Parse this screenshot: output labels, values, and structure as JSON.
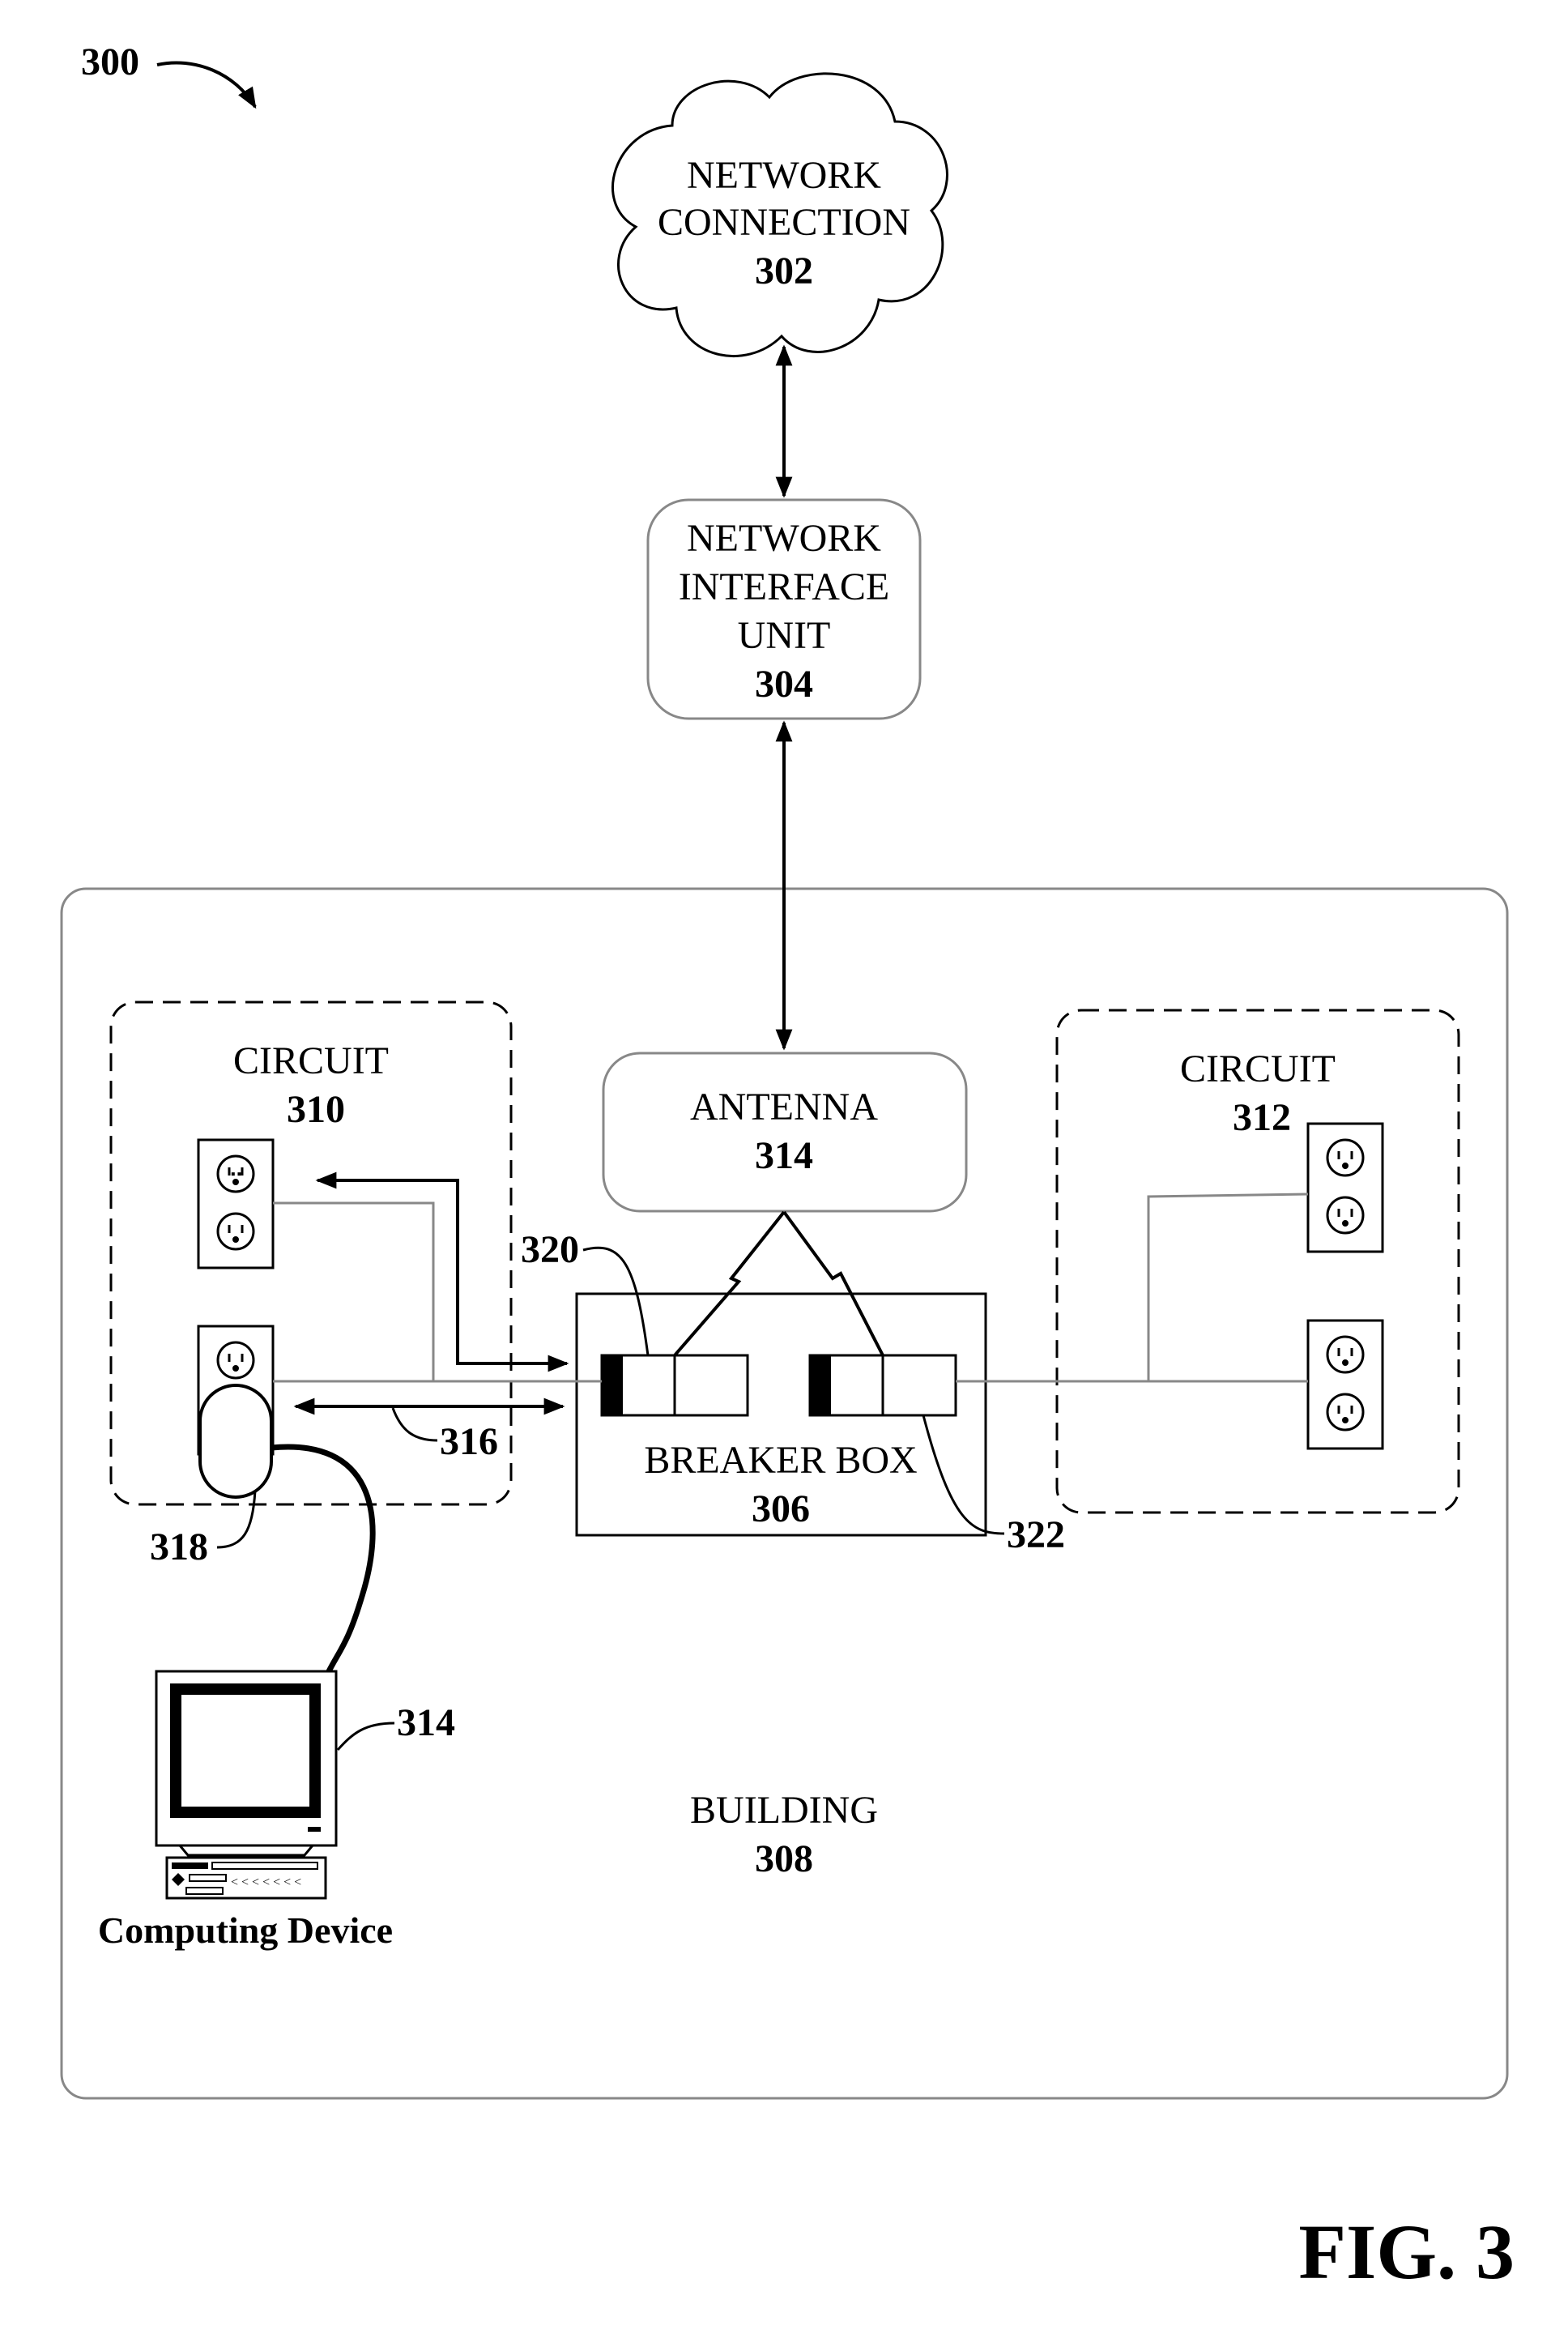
{
  "figure": {
    "ref": "300",
    "caption": "FIG. 3"
  },
  "network_connection": {
    "line1": "NETWORK",
    "line2": "CONNECTION",
    "ref": "302"
  },
  "network_interface_unit": {
    "line1": "NETWORK",
    "line2": "INTERFACE",
    "line3": "UNIT",
    "ref": "304"
  },
  "building": {
    "label": "BUILDING",
    "ref": "308"
  },
  "antenna": {
    "label": "ANTENNA",
    "ref": "314"
  },
  "breaker_box": {
    "label": "BREAKER BOX",
    "ref": "306"
  },
  "circuit_left": {
    "label": "CIRCUIT",
    "ref": "310"
  },
  "circuit_right": {
    "label": "CIRCUIT",
    "ref": "312"
  },
  "callouts": {
    "breaker_left": "320",
    "breaker_right": "322",
    "powerline_link": "316",
    "plug_adapter": "318",
    "computer": "314"
  },
  "computing_device": {
    "label": "Computing Device"
  }
}
